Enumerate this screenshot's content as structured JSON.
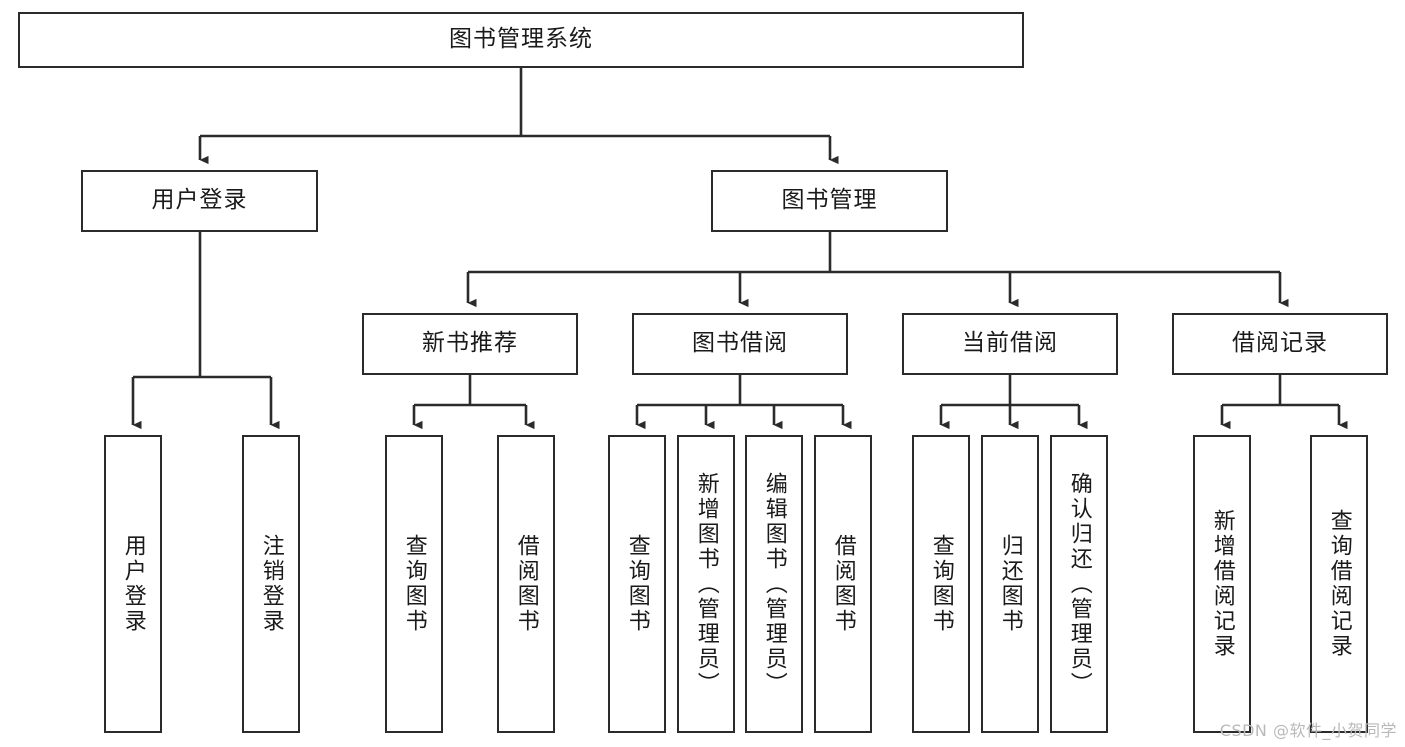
{
  "diagram": {
    "type": "hierarchy-tree",
    "title": "图书管理系统",
    "root": {
      "label": "图书管理系统"
    },
    "level2": [
      {
        "label": "用户登录"
      },
      {
        "label": "图书管理"
      }
    ],
    "level3": [
      {
        "label": "新书推荐"
      },
      {
        "label": "图书借阅"
      },
      {
        "label": "当前借阅"
      },
      {
        "label": "借阅记录"
      }
    ],
    "leaves": {
      "user_login": [
        {
          "label": "用户登录"
        },
        {
          "label": "注销登录"
        }
      ],
      "new_book_recommend": [
        {
          "label": "查询图书"
        },
        {
          "label": "借阅图书"
        }
      ],
      "book_borrow": [
        {
          "label": "查询图书"
        },
        {
          "label": "新增图书（管理员）"
        },
        {
          "label": "编辑图书（管理员）"
        },
        {
          "label": "借阅图书"
        }
      ],
      "current_borrow": [
        {
          "label": "查询图书"
        },
        {
          "label": "归还图书"
        },
        {
          "label": "确认归还（管理员）"
        }
      ],
      "borrow_record": [
        {
          "label": "新增借阅记录"
        },
        {
          "label": "查询借阅记录"
        }
      ]
    }
  },
  "watermark": {
    "text": "CSDN @软件_小贺同学"
  },
  "colors": {
    "border": "#2b2b2b",
    "background": "#ffffff",
    "text": "#1a1a1a",
    "watermark": "#b9b9b9"
  }
}
